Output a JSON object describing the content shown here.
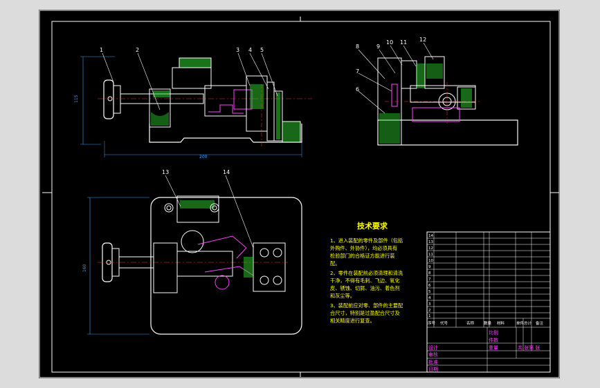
{
  "colors": {
    "background": "#000000",
    "border": "#ffffff",
    "centerline": "#ff3030",
    "dimension": "#3aa0ff",
    "hatch": "#2fd02f",
    "hidden": "#ff40ff",
    "text": "#ffff00",
    "titleblock": "#ff40ff"
  },
  "balloons_front": [
    "1",
    "2",
    "3",
    "4",
    "5"
  ],
  "balloons_side": [
    "8",
    "9",
    "10",
    "11",
    "12",
    "7",
    "6"
  ],
  "balloons_top": [
    "13",
    "14"
  ],
  "dimensions": {
    "front_height": "115",
    "front_width": "200",
    "top_height": "160"
  },
  "tech": {
    "title": "技术要求",
    "lines": [
      "1、进入装配的零件及部件（包括",
      "外购件、外协件），均必须具有",
      "检验部门的合格证方能进行装",
      "配。",
      "2、零件在装配前必须清理和清洗",
      "干净，不得有毛刺、飞边、氧化",
      "皮、锈蚀、切屑、油污、着色剂",
      "和灰尘等。",
      "3、装配前应对零、部件的主要配",
      "合尺寸，特别是过盈配合尺寸及",
      "相关精度进行复查。"
    ]
  },
  "titleblock": {
    "row_numbers": [
      "14",
      "13",
      "12",
      "11",
      "10",
      "9",
      "8",
      "7",
      "6",
      "5",
      "4",
      "3",
      "2",
      "1"
    ],
    "header": [
      "序号",
      "代号",
      "名称",
      "数量",
      "材料",
      "单件",
      "总计",
      "备注"
    ],
    "labels_left": [
      "设计",
      "审核",
      "批准",
      "日期"
    ],
    "labels_mid": [
      "比例",
      "件数",
      "重量"
    ],
    "labels_right": [
      "共 张第 张"
    ]
  }
}
